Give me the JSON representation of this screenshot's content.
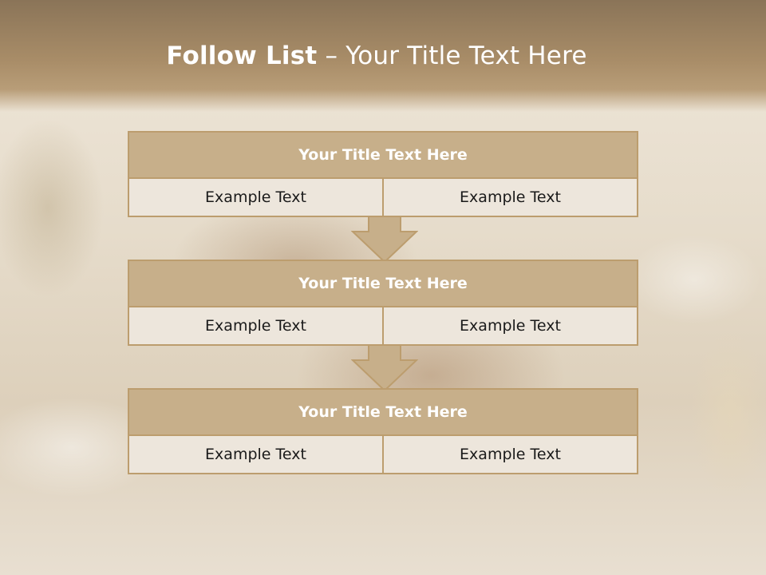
{
  "slide": {
    "title_bold": "Follow List",
    "title_rest": " – Your Title Text Here"
  },
  "blocks": [
    {
      "title": "Your Title Text Here",
      "left": "Example Text",
      "right": "Example Text"
    },
    {
      "title": "Your Title Text Here",
      "left": "Example Text",
      "right": "Example Text"
    },
    {
      "title": "Your Title Text Here",
      "left": "Example Text",
      "right": "Example Text"
    }
  ],
  "colors": {
    "header": "#c7af8a",
    "border": "#bc9d6e",
    "cell": "#ede6dc",
    "arrow": "#c7af8a"
  },
  "icons": [
    "down-arrow-icon",
    "down-arrow-icon"
  ]
}
